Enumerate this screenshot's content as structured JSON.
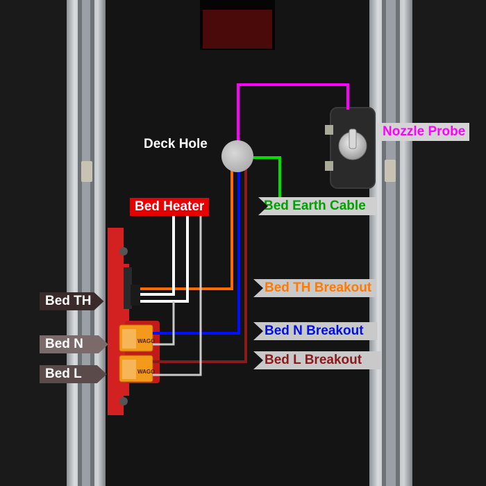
{
  "colors": {
    "background": "#0c0c0c",
    "panel": "#1c1c1c",
    "rail": "#b9bec2",
    "pcb": "#d42222",
    "wago_orange": "#f39a1a",
    "deck_hole": "#c8c8c8",
    "probe_wire": "#ff00ff",
    "earth_wire": "#00e000",
    "th_wire": "#ff6a00",
    "heater_wire": "#ffffff",
    "neutral_wire": "#0010ff",
    "live_wire": "#8b1a1a",
    "label_gray": "#c9c9c9",
    "label_dark": "#4a3a3a"
  },
  "labels": {
    "deck_hole": {
      "text": "Deck Hole",
      "color": "#ffffff",
      "bg": "transparent"
    },
    "nozzle_probe": {
      "text": "Nozzle Probe",
      "color": "#ff00ff",
      "bg": "#d4d4d4"
    },
    "bed_heater": {
      "text": "Bed Heater",
      "color": "#ffffff",
      "bg": "#e60000"
    },
    "bed_earth": {
      "text": "Bed Earth Cable",
      "color": "#00a000",
      "bg": "#cfcfcf"
    },
    "th_breakout": {
      "text": "Bed TH Breakout",
      "color": "#ff7a00",
      "bg": "#c9c9c9"
    },
    "n_breakout": {
      "text": "Bed N Breakout",
      "color": "#0010e0",
      "bg": "#c9c9c9"
    },
    "l_breakout": {
      "text": "Bed L Breakout",
      "color": "#8b1a1a",
      "bg": "#c9c9c9"
    },
    "bed_th": {
      "text": "Bed TH",
      "color": "#ffffff",
      "bg": "#3a2a2a"
    },
    "bed_n": {
      "text": "Bed N",
      "color": "#ffffff",
      "bg": "#7a6a6a"
    },
    "bed_l": {
      "text": "Bed L",
      "color": "#ffffff",
      "bg": "#5a4a4a"
    }
  },
  "wago_text": "WAGO"
}
